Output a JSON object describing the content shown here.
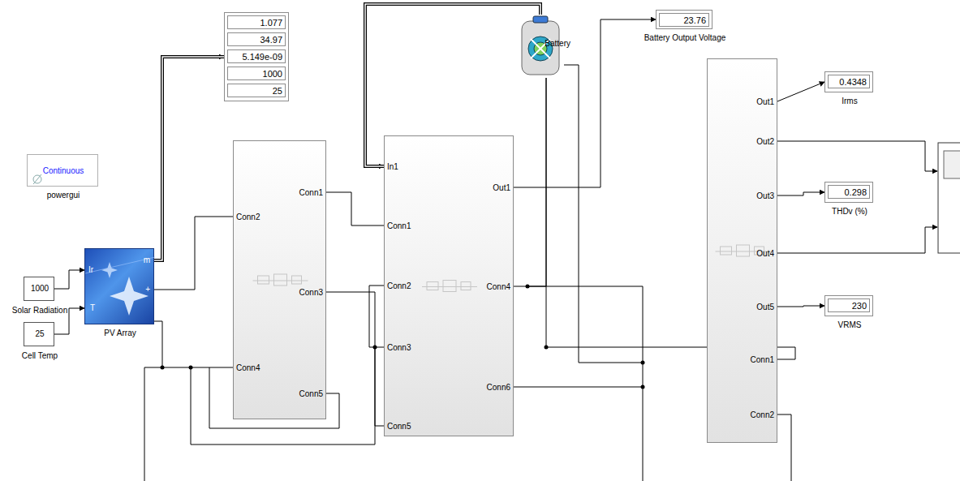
{
  "diagram": {
    "nodes": [
      {
        "text": [
          "1.077",
          "34.97",
          "5.149e-09",
          "1000",
          "25"
        ]
      },
      {
        "text": [
          "23.76",
          "Battery Output Voltage"
        ]
      },
      {
        "text": [
          "Battery"
        ]
      },
      {
        "text": [
          "Continuous",
          "powergui"
        ]
      },
      {
        "text": [
          "Conn2",
          "Conn4",
          "Conn1",
          "Conn3",
          "Conn5"
        ]
      },
      {
        "text": [
          "In1",
          "Conn1",
          "Conn2",
          "Conn3",
          "Conn5",
          "Out1",
          "Conn4",
          "Conn6"
        ]
      },
      {
        "text": [
          "Out1",
          "Out2",
          "Out3",
          "Out4",
          "Out5",
          "Conn1",
          "Conn2"
        ]
      },
      {
        "text": [
          "0.4348",
          "Irms"
        ]
      },
      {
        "text": [
          "0.298",
          "THDv (%)"
        ]
      },
      {
        "text": [
          "230",
          "VRMS"
        ]
      },
      {
        "text": [
          "1000",
          "Solar Radiation"
        ]
      },
      {
        "text": [
          "25",
          "Cell Temp"
        ]
      },
      {
        "text": [
          "Ir",
          "T",
          "m",
          "+",
          "PV Array"
        ]
      }
    ],
    "edges": [
      {
        "from": 10,
        "to": 12,
        "arrow": "to"
      },
      {
        "from": 11,
        "to": 12,
        "arrow": "to"
      },
      {
        "from": 12,
        "to": 0,
        "arrow": "to"
      },
      {
        "from": 12,
        "to": 4,
        "arrow": "none"
      },
      {
        "from": 12,
        "to": 4,
        "arrow": "none"
      },
      {
        "from": 4,
        "to": 5,
        "arrow": "none"
      },
      {
        "from": 4,
        "to": 5,
        "arrow": "none"
      },
      {
        "from": 2,
        "to": 5,
        "arrow": "to"
      },
      {
        "from": 5,
        "to": 1,
        "arrow": "to"
      },
      {
        "from": 2,
        "to": 5,
        "arrow": "none"
      },
      {
        "from": 2,
        "to": 6,
        "arrow": "none"
      },
      {
        "from": 6,
        "to": 7,
        "arrow": "to"
      },
      {
        "from": 6,
        "to": 8,
        "arrow": "to"
      },
      {
        "from": 6,
        "to": 9,
        "arrow": "to"
      }
    ]
  }
}
